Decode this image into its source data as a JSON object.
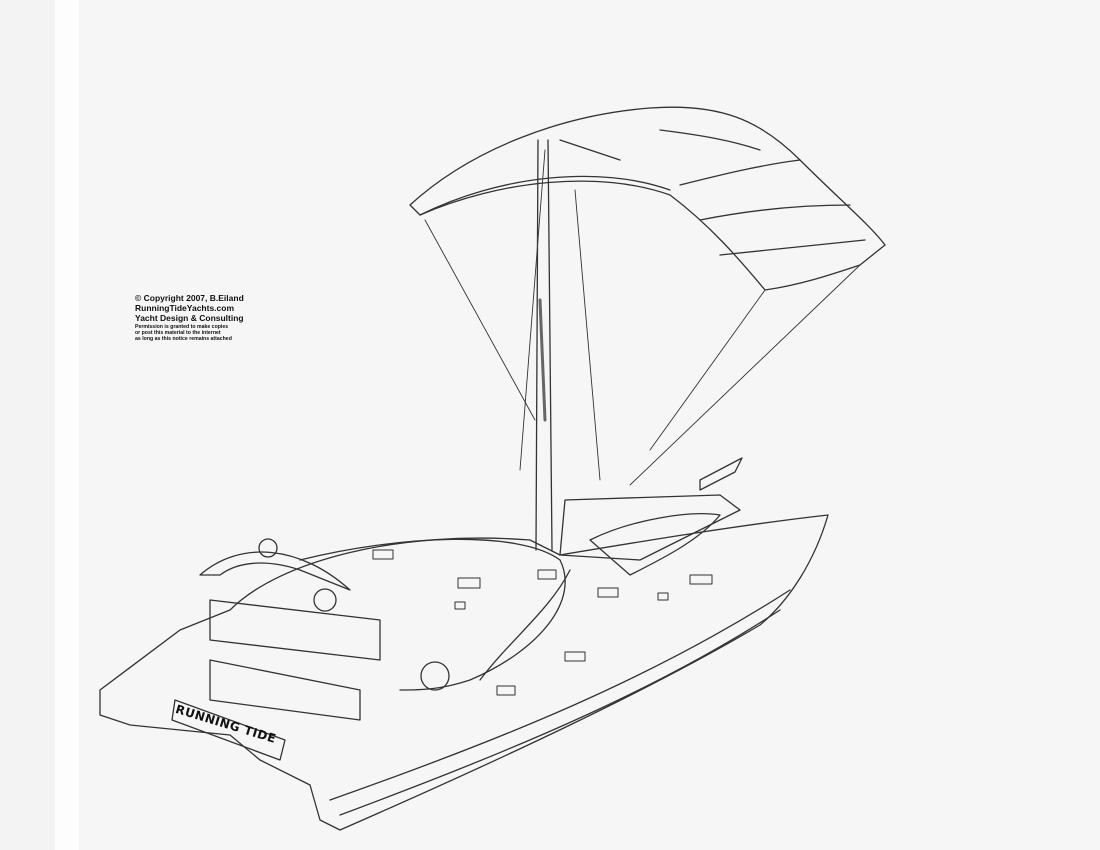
{
  "notice": {
    "line1": "© Copyright 2007, B.Eiland",
    "line2": "RunningTideYachts.com",
    "line3": "Yacht Design & Consulting",
    "line4": "Permission is granted to make copies",
    "line5": "or post this material to the internet",
    "line6": "as long as this notice remains attached"
  },
  "boat": {
    "name": "RUNNING TIDE"
  },
  "colors": {
    "paper": "#f6f6f6",
    "ink": "#222222"
  }
}
